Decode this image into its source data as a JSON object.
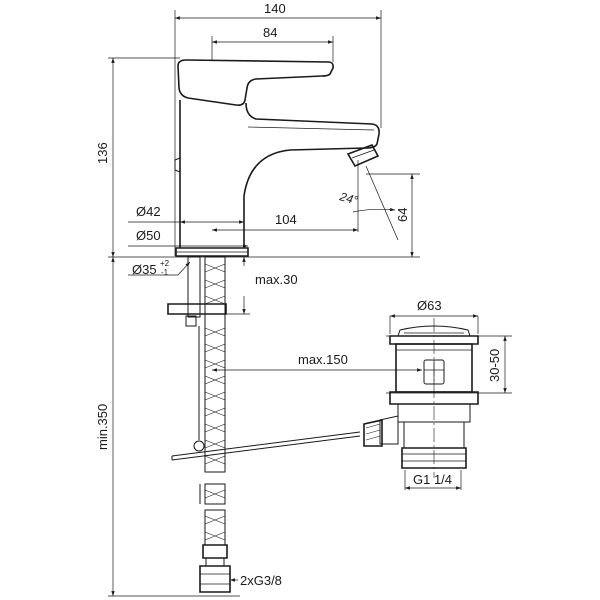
{
  "dimensions": {
    "overall_width": "140",
    "lever_length": "84",
    "height": "136",
    "diameter_42": "Ø42",
    "diameter_50": "Ø50",
    "spout_reach": "104",
    "spout_height": "64",
    "spout_angle": "24°",
    "hole_diameter": "Ø35",
    "hole_tolerance_upper": "+2",
    "hole_tolerance_lower": "-1",
    "max_thickness": "max.30",
    "max_rod_length": "max.150",
    "min_hose_length": "min.350",
    "hose_thread": "2xG3/8",
    "waste_diameter": "Ø63",
    "waste_adjust": "30-50",
    "waste_thread": "G1 1/4"
  }
}
